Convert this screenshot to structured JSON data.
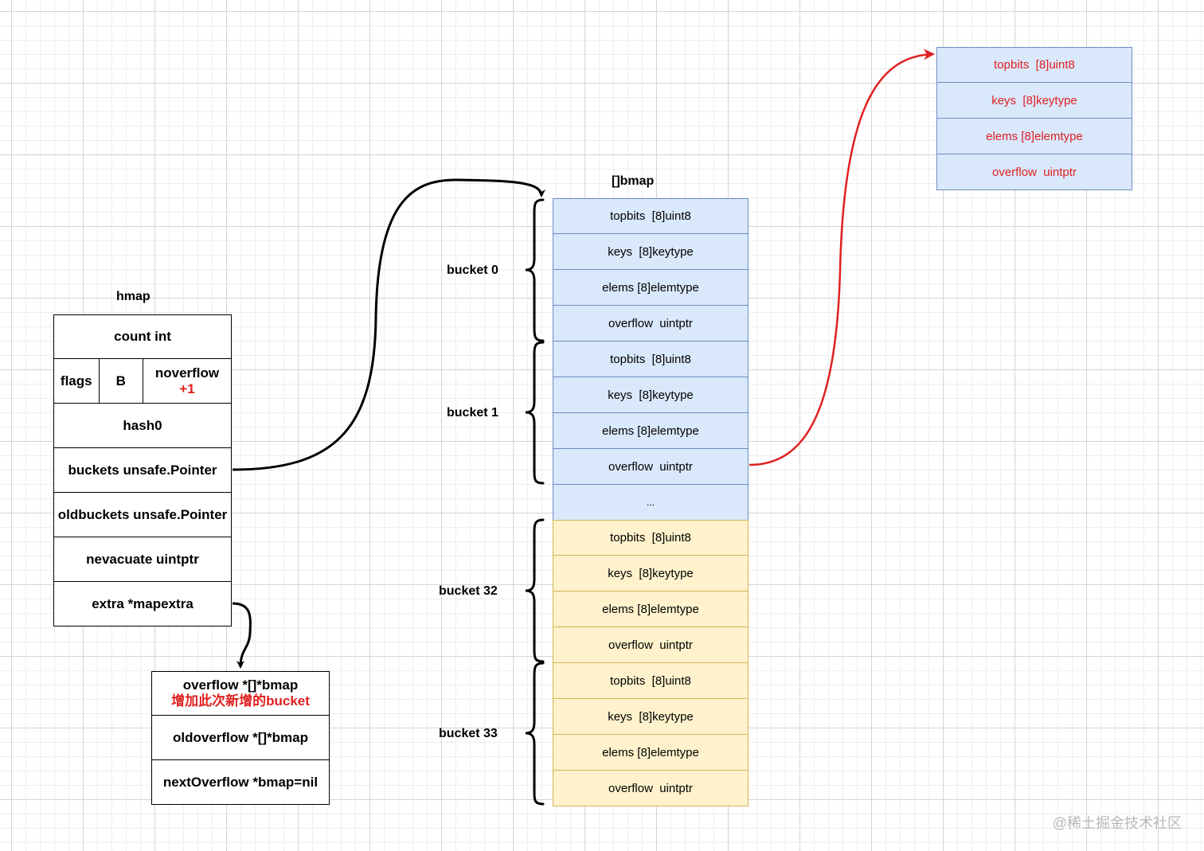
{
  "hmap": {
    "title": "hmap",
    "count": "count int",
    "flags": "flags",
    "B": "B",
    "noverflow": "noverflow",
    "noverflow_note": "+1",
    "hash0": "hash0",
    "buckets": "buckets unsafe.Pointer",
    "oldbuckets": "oldbuckets unsafe.Pointer",
    "nevacuate": "nevacuate uintptr",
    "extra": "extra *mapextra"
  },
  "mapextra": {
    "overflow": "overflow *[]*bmap",
    "overflow_note": "增加此次新增的bucket",
    "oldoverflow": "oldoverflow *[]*bmap",
    "nextOverflow": "nextOverflow *bmap=nil"
  },
  "bmap": {
    "title": "[]bmap",
    "bucket_labels": [
      "bucket 0",
      "bucket 1",
      "bucket 32",
      "bucket 33"
    ],
    "rows_top": [
      "topbits  [8]uint8",
      "keys  [8]keytype",
      "elems [8]elemtype",
      "overflow  uintptr",
      "topbits  [8]uint8",
      "keys  [8]keytype",
      "elems [8]elemtype",
      "overflow  uintptr",
      "..."
    ],
    "rows_bottom": [
      "topbits  [8]uint8",
      "keys  [8]keytype",
      "elems [8]elemtype",
      "overflow  uintptr",
      "topbits  [8]uint8",
      "keys  [8]keytype",
      "elems [8]elemtype",
      "overflow  uintptr"
    ]
  },
  "overflow_bucket": {
    "rows": [
      "topbits  [8]uint8",
      "keys  [8]keytype",
      "elems [8]elemtype",
      "overflow  uintptr"
    ]
  },
  "colors": {
    "blue_fill": "#dae8fc",
    "blue_stroke": "#6c8ebf",
    "yellow_fill": "#fff2cc",
    "yellow_stroke": "#d6b656",
    "accent_red": "#e02020"
  },
  "watermark": "@稀土掘金技术社区"
}
